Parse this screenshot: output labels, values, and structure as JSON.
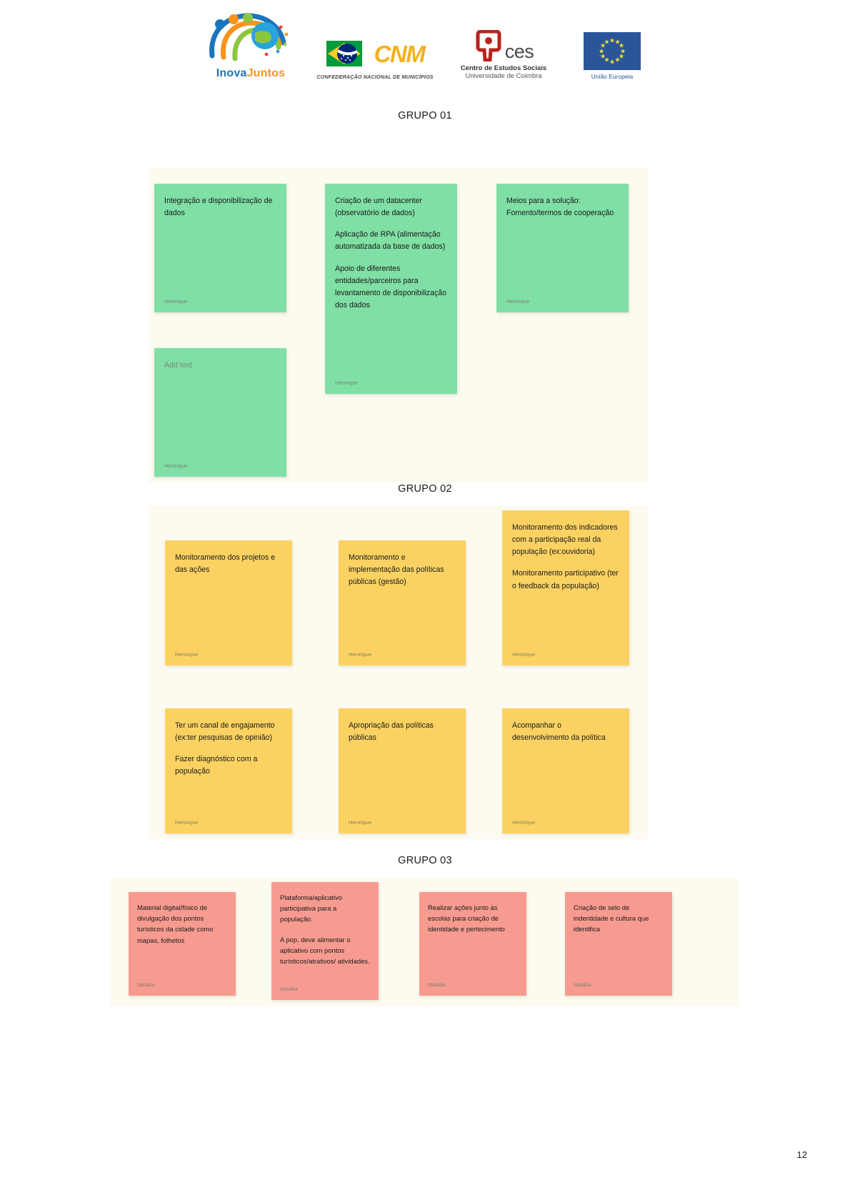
{
  "header": {
    "logos": [
      {
        "name": "inovajuntos-logo",
        "word_a": "Inova",
        "word_b": "Juntos"
      },
      {
        "name": "cnm-logo",
        "acronym": "CNM",
        "subtitle": "CONFEDERAÇÃO NACIONAL DE MUNICÍPIOS"
      },
      {
        "name": "ces-logo",
        "acronym": "ces",
        "line1": "Centro de Estudos Sociais",
        "line2": "Universidade de Coimbra"
      },
      {
        "name": "eu-logo",
        "caption": "União Europeia"
      }
    ]
  },
  "groups": [
    {
      "title": "GRUPO 01",
      "color": "#7fdfa5",
      "notes": [
        {
          "id": "g1-n1",
          "paragraphs": [
            "Integração e disponibilização de dados"
          ],
          "author": "Henrique",
          "placeholder": false
        },
        {
          "id": "g1-n2",
          "paragraphs": [
            "Criação de um datacenter (observatório de dados)",
            "Aplicação de RPA (alimentação automatizada da base de dados)",
            "Apoio de diferentes entidades/parceiros para levantamento de disponibilização dos dados"
          ],
          "author": "Henrique",
          "placeholder": false
        },
        {
          "id": "g1-n3",
          "paragraphs": [
            "Meios para a solução: Fomento/termos de cooperação"
          ],
          "author": "Henrique",
          "placeholder": false
        },
        {
          "id": "g1-n4",
          "paragraphs": [
            "Add text"
          ],
          "author": "Henrique",
          "placeholder": true
        }
      ]
    },
    {
      "title": "GRUPO 02",
      "color": "#fbd262",
      "notes": [
        {
          "id": "g2-n1",
          "paragraphs": [
            "Monitoramento dos projetos e das ações"
          ],
          "author": "Henrique",
          "placeholder": false
        },
        {
          "id": "g2-n2",
          "paragraphs": [
            "Monitoramento  e implementação das políticas públicas (gestão)"
          ],
          "author": "Henrique",
          "placeholder": false
        },
        {
          "id": "g2-n3",
          "paragraphs": [
            "Monitoramento dos indicadores com a participação real da população (ex:ouvidoria)",
            "Monitoramento participativo (ter o feedback da população)"
          ],
          "author": "Henrique",
          "placeholder": false
        },
        {
          "id": "g2-n4",
          "paragraphs": [
            "Ter um canal de engajamento (ex:ter pesquisas de opinião)",
            "Fazer diagnóstico com a população"
          ],
          "author": "Henrique",
          "placeholder": false
        },
        {
          "id": "g2-n5",
          "paragraphs": [
            "Apropriação das políticas públicas"
          ],
          "author": "Henrique",
          "placeholder": false
        },
        {
          "id": "g2-n6",
          "paragraphs": [
            "Acompanhar o desenvolvimento da política"
          ],
          "author": "Henrique",
          "placeholder": false
        }
      ]
    },
    {
      "title": "GRUPO 03",
      "color": "#f79b91",
      "notes": [
        {
          "id": "g3-n1",
          "paragraphs": [
            "Material digital/físico de divulgação dos pontos turísticos da cidade como mapas, folhetos"
          ],
          "author": "Natália",
          "placeholder": false
        },
        {
          "id": "g3-n2",
          "paragraphs": [
            "Plataforma/aplicativo participativa para a população.",
            "A pop. deve alimentar o aplicativo com pontos turísticos/atrativos/ atividades."
          ],
          "author": "Natália",
          "placeholder": false
        },
        {
          "id": "g3-n3",
          "paragraphs": [
            "Realizar ações junto às escolas para criação de identidade e pertecimento"
          ],
          "author": "Natália",
          "placeholder": false
        },
        {
          "id": "g3-n4",
          "paragraphs": [
            "Criação de selo de indentidade e cultura que identifica"
          ],
          "author": "Natália",
          "placeholder": false
        }
      ]
    }
  ],
  "footer": {
    "page_number": "12"
  }
}
